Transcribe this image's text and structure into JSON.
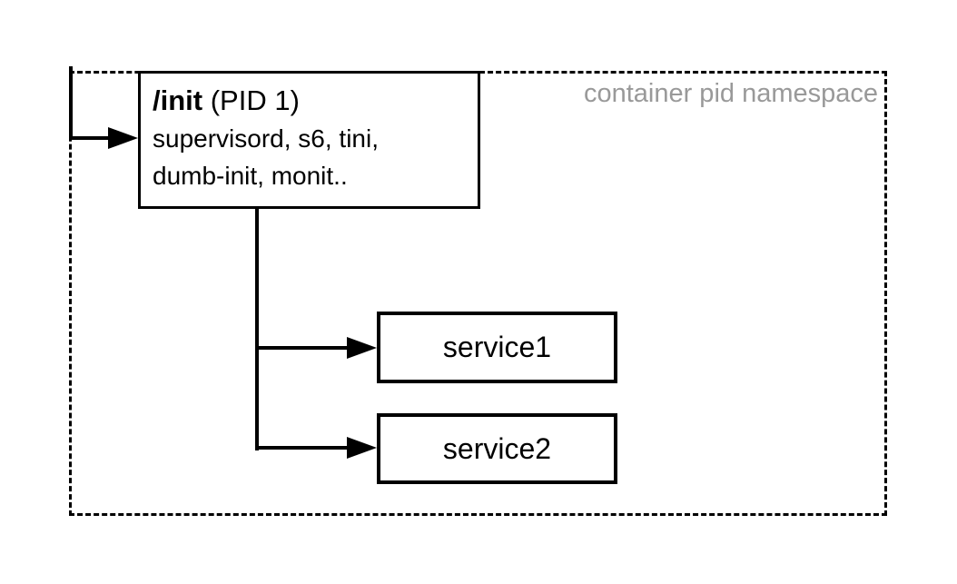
{
  "diagram": {
    "namespace_label": "container pid namespace",
    "init_box": {
      "title_bold": "/init",
      "title_rest": " (PID 1)",
      "line1": "supervisord, s6, tini,",
      "line2": "dumb-init, monit.."
    },
    "services": [
      {
        "label": "service1"
      },
      {
        "label": "service2"
      }
    ],
    "colors": {
      "line": "#000000",
      "label_gray": "#999999",
      "background": "#ffffff"
    },
    "icons": {
      "arrowhead": "filled-right-triangle"
    }
  }
}
